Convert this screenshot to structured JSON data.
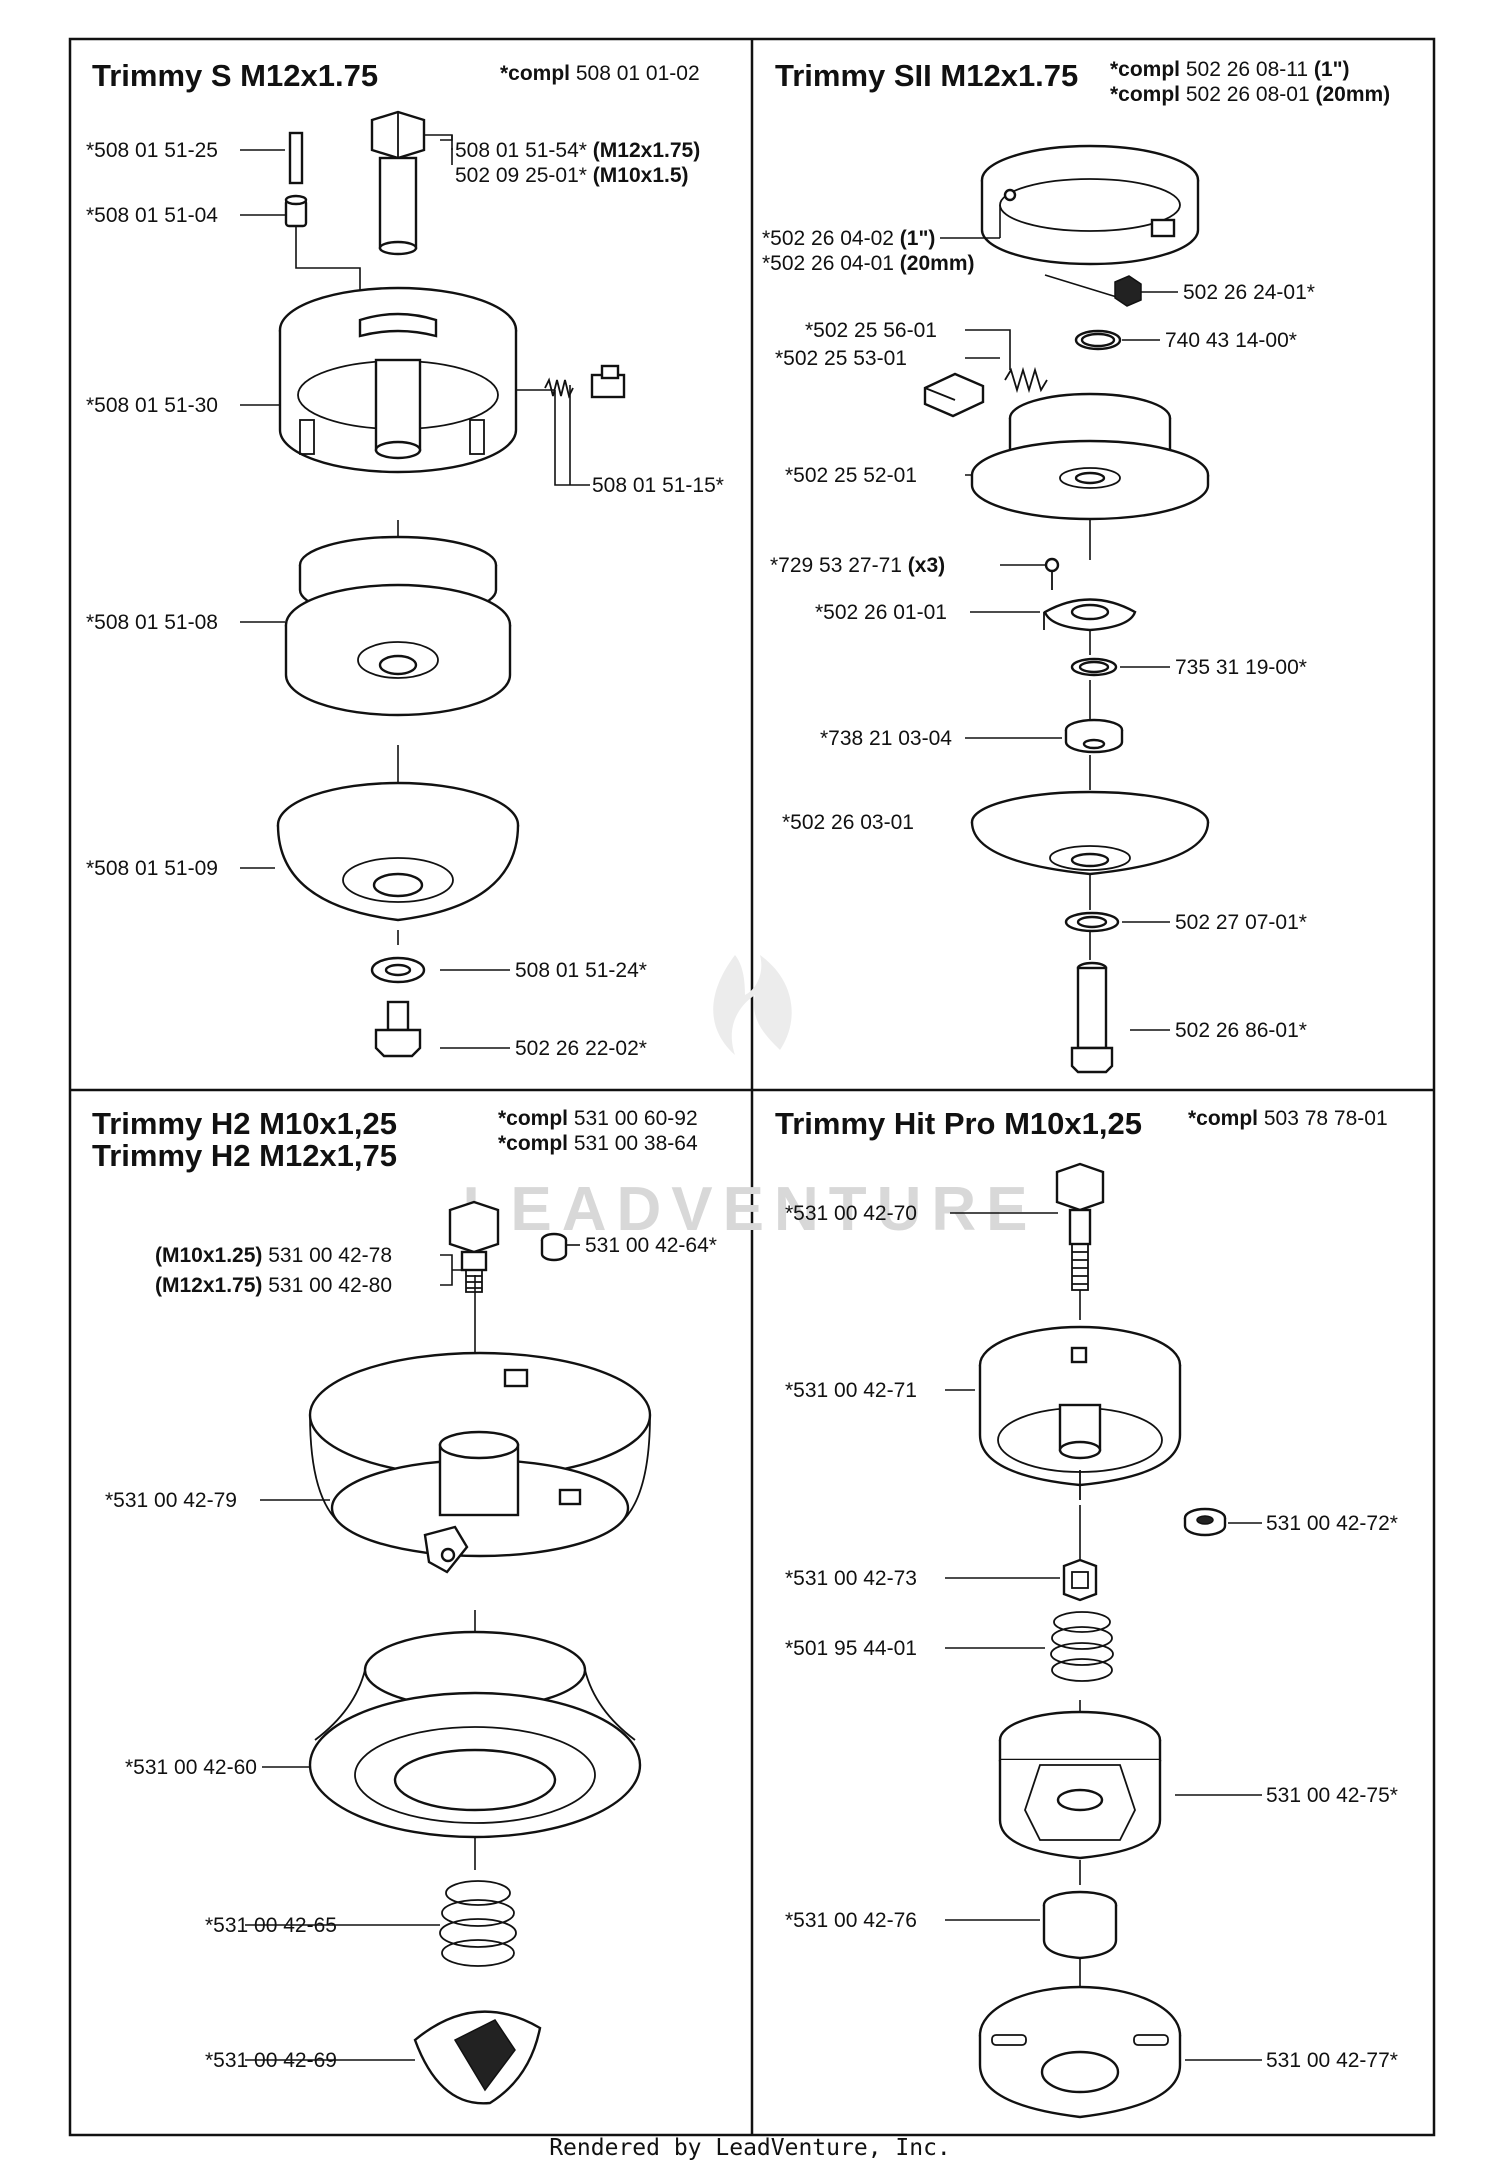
{
  "panels": [
    {
      "title": "Trimmy S M12x1.75",
      "compl": [
        {
          "prefix": "*compl",
          "number": "508 01 01-02",
          "suffix": ""
        }
      ],
      "parts": [
        {
          "label": "*508 01 51-25",
          "note": ""
        },
        {
          "label": "*508 01 51-04",
          "note": ""
        },
        {
          "label": "508 01 51-54*",
          "note": "(M12x1.75)"
        },
        {
          "label": "502 09 25-01*",
          "note": "(M10x1.5)"
        },
        {
          "label": "*508 01 51-30",
          "note": ""
        },
        {
          "label": "508 01 51-15*",
          "note": ""
        },
        {
          "label": "*508 01 51-08",
          "note": ""
        },
        {
          "label": "*508 01 51-09",
          "note": ""
        },
        {
          "label": "508 01 51-24*",
          "note": ""
        },
        {
          "label": "502 26 22-02*",
          "note": ""
        }
      ]
    },
    {
      "title": "Trimmy SII M12x1.75",
      "compl": [
        {
          "prefix": "*compl",
          "number": "502 26 08-11",
          "suffix": "(1\")"
        },
        {
          "prefix": "*compl",
          "number": "502 26 08-01",
          "suffix": "(20mm)"
        }
      ],
      "parts": [
        {
          "label": "*502 26 04-02",
          "note": "(1\")"
        },
        {
          "label": "*502 26 04-01",
          "note": "(20mm)"
        },
        {
          "label": "502 26 24-01*",
          "note": ""
        },
        {
          "label": "*502 25 56-01",
          "note": ""
        },
        {
          "label": "*502 25 53-01",
          "note": ""
        },
        {
          "label": "740 43 14-00*",
          "note": ""
        },
        {
          "label": "*502 25 52-01",
          "note": ""
        },
        {
          "label": "*729 53 27-71",
          "note": "(x3)"
        },
        {
          "label": "*502 26 01-01",
          "note": ""
        },
        {
          "label": "735 31 19-00*",
          "note": ""
        },
        {
          "label": "*738 21 03-04",
          "note": ""
        },
        {
          "label": "*502 26 03-01",
          "note": ""
        },
        {
          "label": "502 27 07-01*",
          "note": ""
        },
        {
          "label": "502 26 86-01*",
          "note": ""
        }
      ]
    },
    {
      "title": "Trimmy H2 M10x1,25",
      "title2": "Trimmy H2 M12x1,75",
      "compl": [
        {
          "prefix": "*compl",
          "number": "531 00 60-92",
          "suffix": ""
        },
        {
          "prefix": "*compl",
          "number": "531 00 38-64",
          "suffix": ""
        }
      ],
      "parts": [
        {
          "label": "531 00 42-78",
          "note": "(M10x1.25)"
        },
        {
          "label": "531 00 42-80",
          "note": "(M12x1.75)"
        },
        {
          "label": "531 00 42-64*",
          "note": ""
        },
        {
          "label": "*531 00 42-79",
          "note": ""
        },
        {
          "label": "*531 00 42-60",
          "note": ""
        },
        {
          "label": "*531 00 42-65",
          "note": ""
        },
        {
          "label": "*531 00 42-69",
          "note": ""
        }
      ]
    },
    {
      "title": "Trimmy Hit Pro M10x1,25",
      "compl": [
        {
          "prefix": "*compl",
          "number": "503 78 78-01",
          "suffix": ""
        }
      ],
      "parts": [
        {
          "label": "*531 00 42-70",
          "note": ""
        },
        {
          "label": "*531 00 42-71",
          "note": ""
        },
        {
          "label": "531 00 42-72*",
          "note": ""
        },
        {
          "label": "*531 00 42-73",
          "note": ""
        },
        {
          "label": "*501 95 44-01",
          "note": ""
        },
        {
          "label": "531 00 42-75*",
          "note": ""
        },
        {
          "label": "*531 00 42-76",
          "note": ""
        },
        {
          "label": "531 00 42-77*",
          "note": ""
        }
      ]
    }
  ],
  "watermark": "LEADVENTURE",
  "footer": "Rendered by LeadVenture, Inc."
}
